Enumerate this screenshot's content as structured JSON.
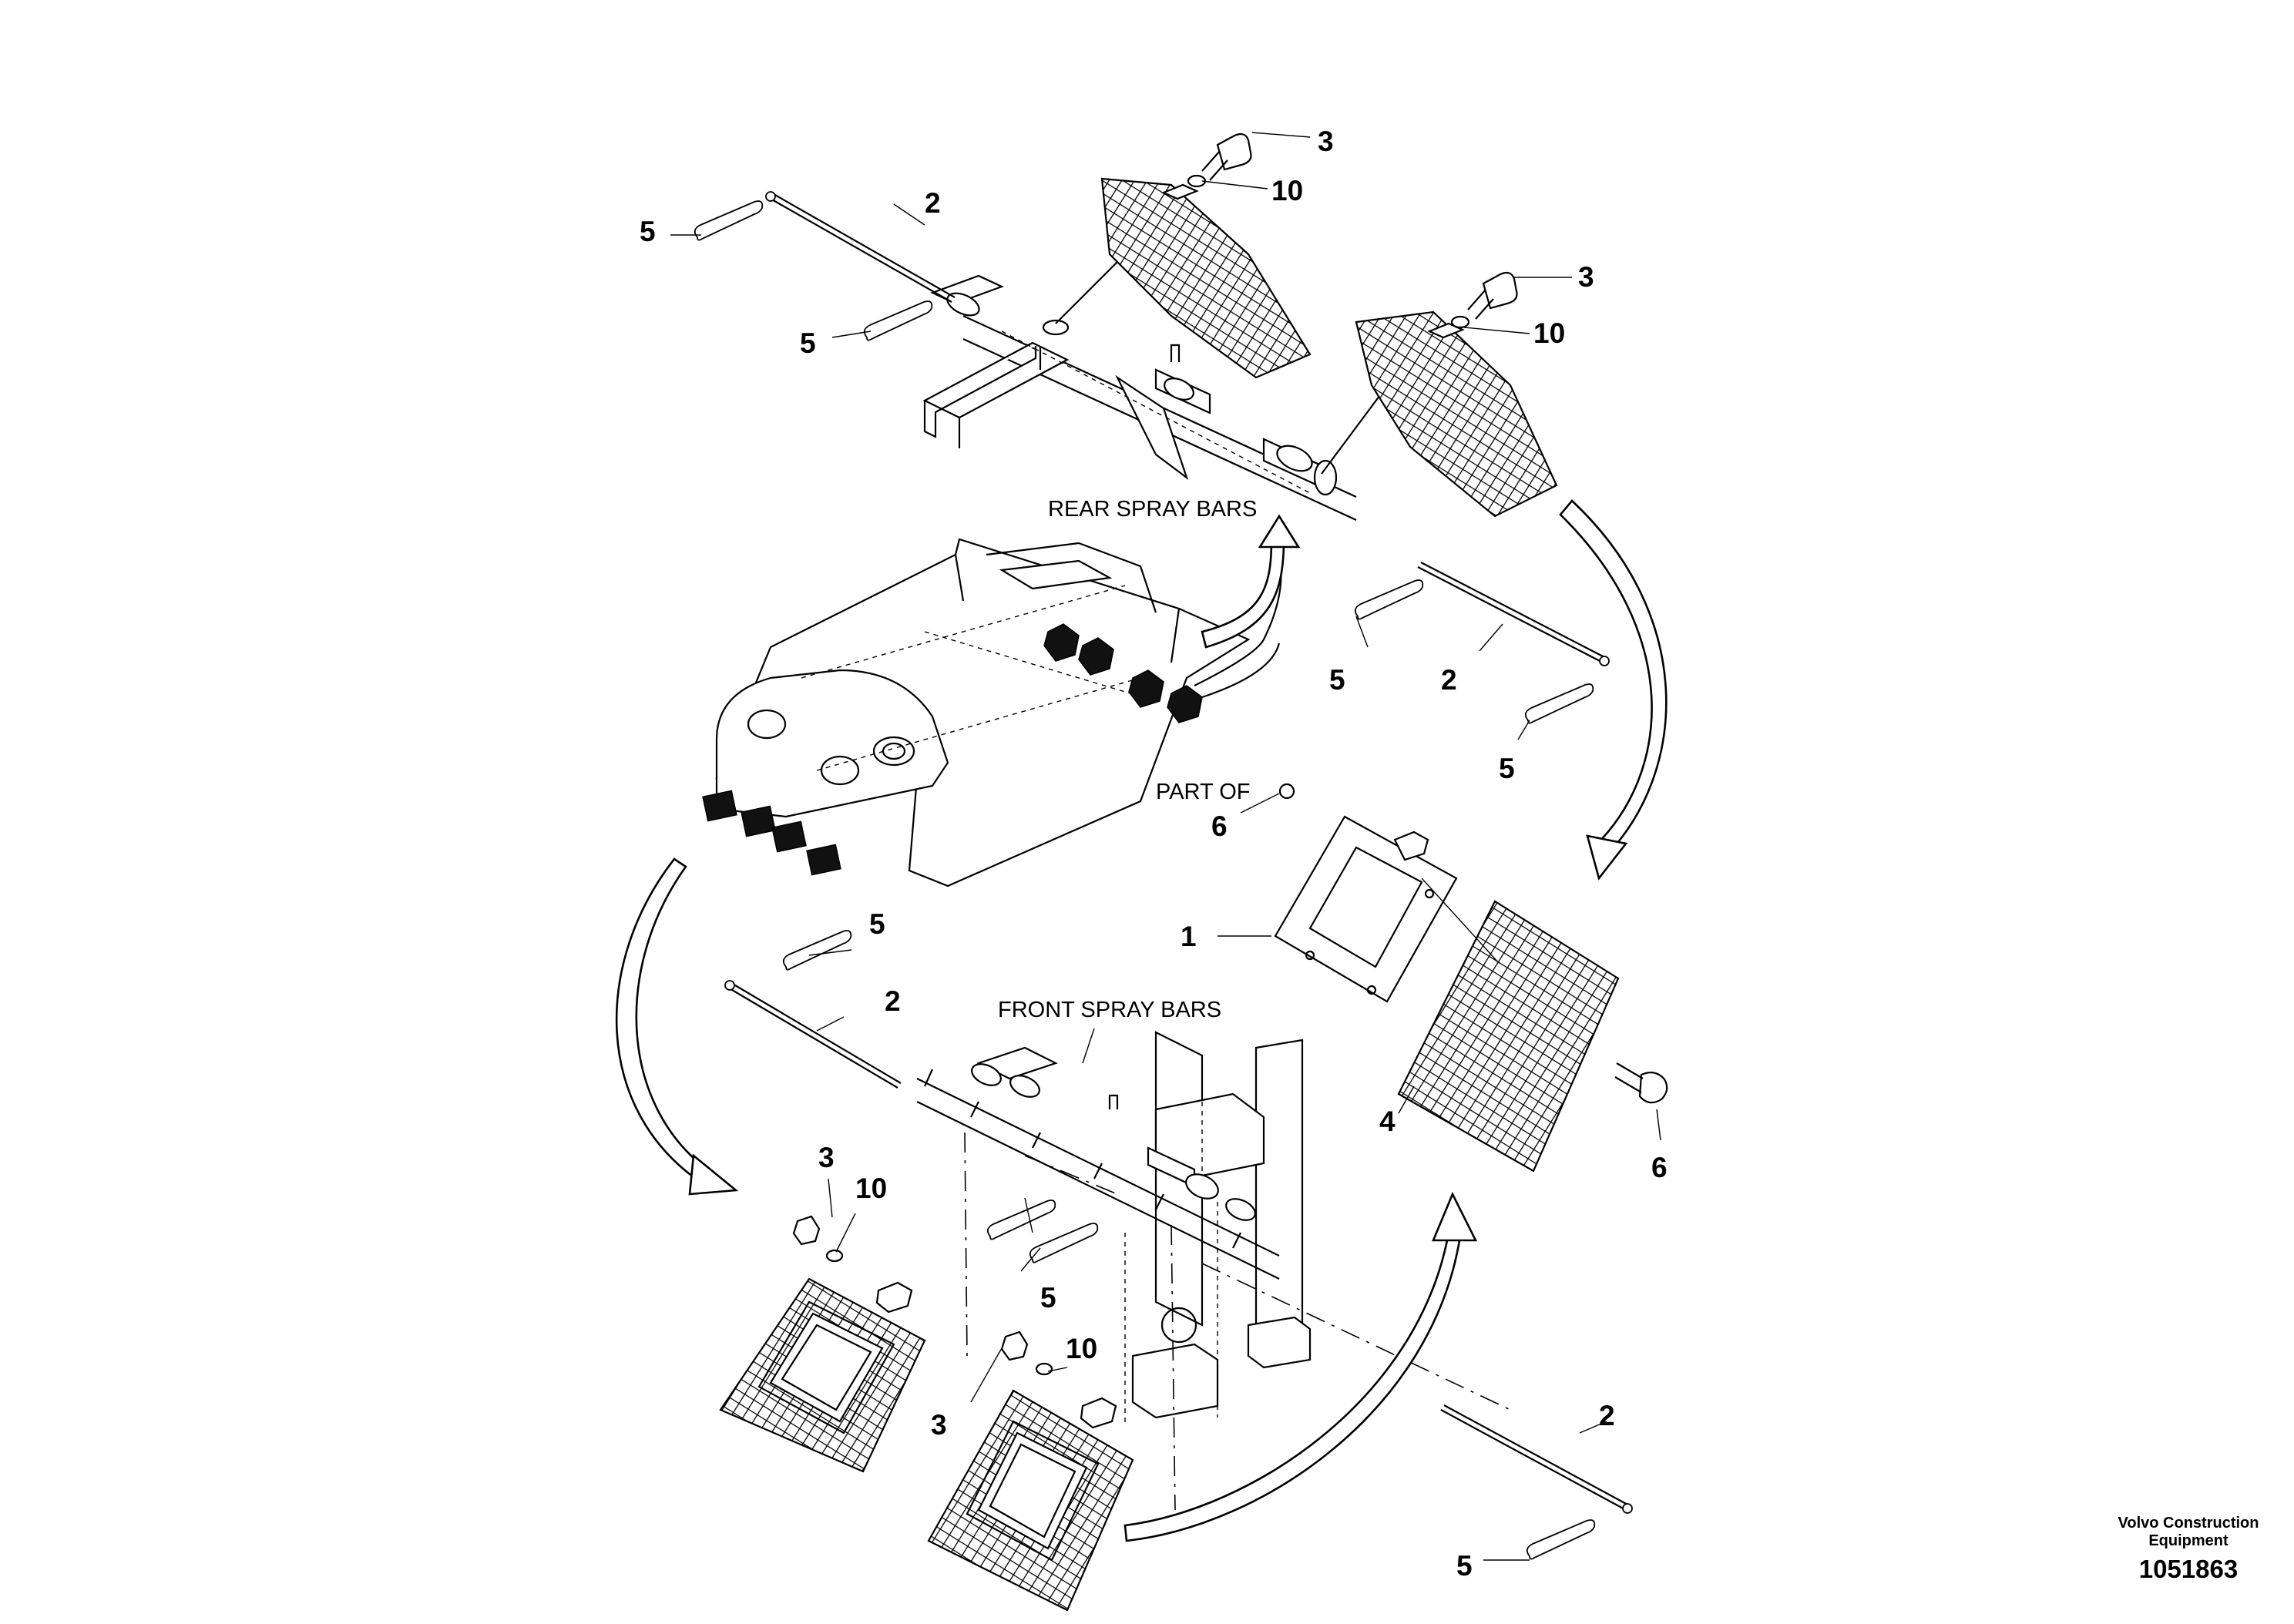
{
  "figure": {
    "captions": {
      "rear": "REAR SPRAY BARS",
      "front": "FRONT SPRAY BARS",
      "part_of": "PART OF"
    },
    "callouts": {
      "c1": "1",
      "c2a": "2",
      "c2b": "2",
      "c2c": "2",
      "c2d": "2",
      "c3a": "3",
      "c3b": "3",
      "c3c": "3",
      "c3d": "3",
      "c4": "4",
      "c5a": "5",
      "c5b": "5",
      "c5c": "5",
      "c5d": "5",
      "c5e": "5",
      "c5f": "5",
      "c5g": "5",
      "c6a": "6",
      "c6b": "6",
      "c10a": "10",
      "c10b": "10",
      "c10c": "10",
      "c10d": "10"
    }
  },
  "footer": {
    "company": "Volvo Construction\nEquipment",
    "drawing_number": "1051863"
  }
}
